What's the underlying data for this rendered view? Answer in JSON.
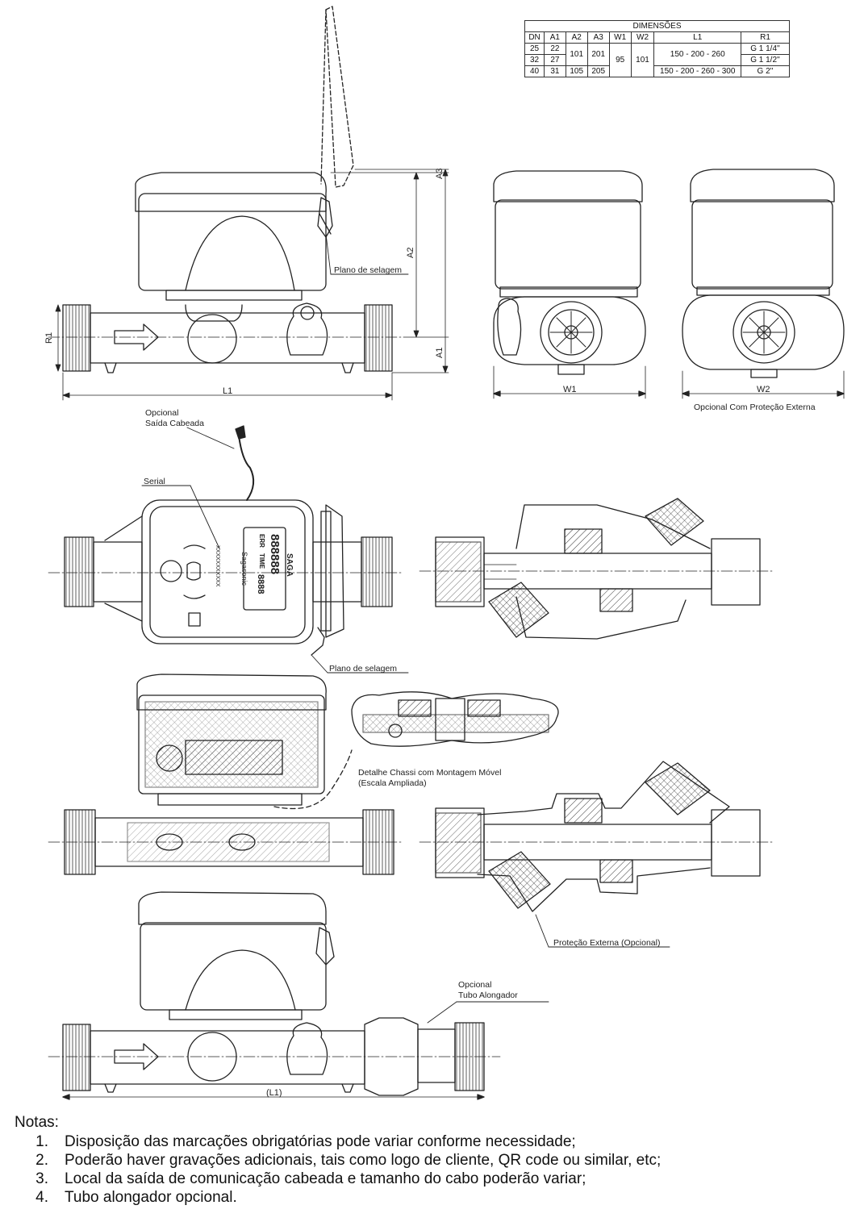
{
  "table": {
    "title": "DIMENSÕES",
    "headers": [
      "DN",
      "A1",
      "A2",
      "A3",
      "W1",
      "W2",
      "L1",
      "R1"
    ],
    "rows": [
      {
        "dn": "25",
        "a1": "22",
        "a2": "101",
        "a3": "201",
        "w1": "95",
        "w2": "101",
        "l1": "150 - 200 - 260",
        "r1": "G 1 1/4''"
      },
      {
        "dn": "32",
        "a1": "27",
        "r1": "G 1 1/2''"
      },
      {
        "dn": "40",
        "a1": "31",
        "a2": "105",
        "a3": "205",
        "l1": "150 - 200 - 260 - 300",
        "r1": "G 2''"
      }
    ]
  },
  "labels": {
    "plano_selagem": "Plano de selagem",
    "plano_selagem_2": "Plano de selagem",
    "opcional_protecao": "Opcional Com Proteção Externa",
    "opcional": "Opcional",
    "saida_cabeada": "Saída Cabeada",
    "serial": "Serial",
    "detalhe_1": "Detalhe Chassi com Montagem Móvel",
    "detalhe_2": "(Escala Ampliada)",
    "protecao_externa": "Proteção Externa (Opcional)",
    "opcional_2": "Opcional",
    "tubo_alongador": "Tubo Alongador",
    "brand": "SAGA",
    "display_digits": "888888",
    "display_err": "ERR",
    "display_time": "TIME",
    "display_sub": "8888",
    "model": "Sagasonic",
    "serial_marks": "XXXXXXXXXXX"
  },
  "dimensions": {
    "a1": "A1",
    "a2": "A2",
    "a3": "A3",
    "r1": "R1",
    "l1": "L1",
    "l1_paren": "(L1)",
    "w1": "W1",
    "w2": "W2"
  },
  "notes": {
    "title": "Notas:",
    "items": [
      {
        "num": "1.",
        "text": "Disposição das marcações obrigatórias pode variar conforme necessidade;"
      },
      {
        "num": "2.",
        "text": "Poderão haver gravações adicionais, tais como logo de cliente, QR code ou similar, etc;"
      },
      {
        "num": "3.",
        "text": "Local da saída de comunicação cabeada e tamanho do cabo poderão variar;"
      },
      {
        "num": "4.",
        "text": "Tubo alongador opcional."
      }
    ]
  }
}
